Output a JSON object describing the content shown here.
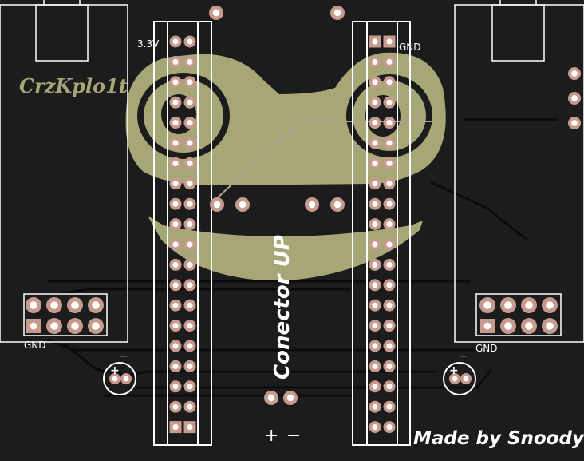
{
  "board": {
    "background": "#1c1c1c",
    "silkscreen_color": "#ffffff",
    "artwork_color": "#a6a676",
    "pad_copper_color": "#c79a8e",
    "trace_color": "#0b0b0b"
  },
  "labels": {
    "brand_logo": "CrzKplo1t",
    "pin_3v3": "3.3V",
    "pin_gnd_header": "GND",
    "gnd_left_module": "GND",
    "gnd_right_module": "GND",
    "connector_title": "Conector UP",
    "plus_sign": "+",
    "minus_sign": "−",
    "cap_left_plus": "+",
    "cap_left_minus": "−",
    "cap_right_plus": "+",
    "cap_right_minus": "−",
    "author_signature": "Made by Snoody"
  },
  "icons": {
    "artwork": "frog-face-icon",
    "pads": "through-hole-pad-icon",
    "capacitor": "electrolytic-capacitor-icon"
  }
}
